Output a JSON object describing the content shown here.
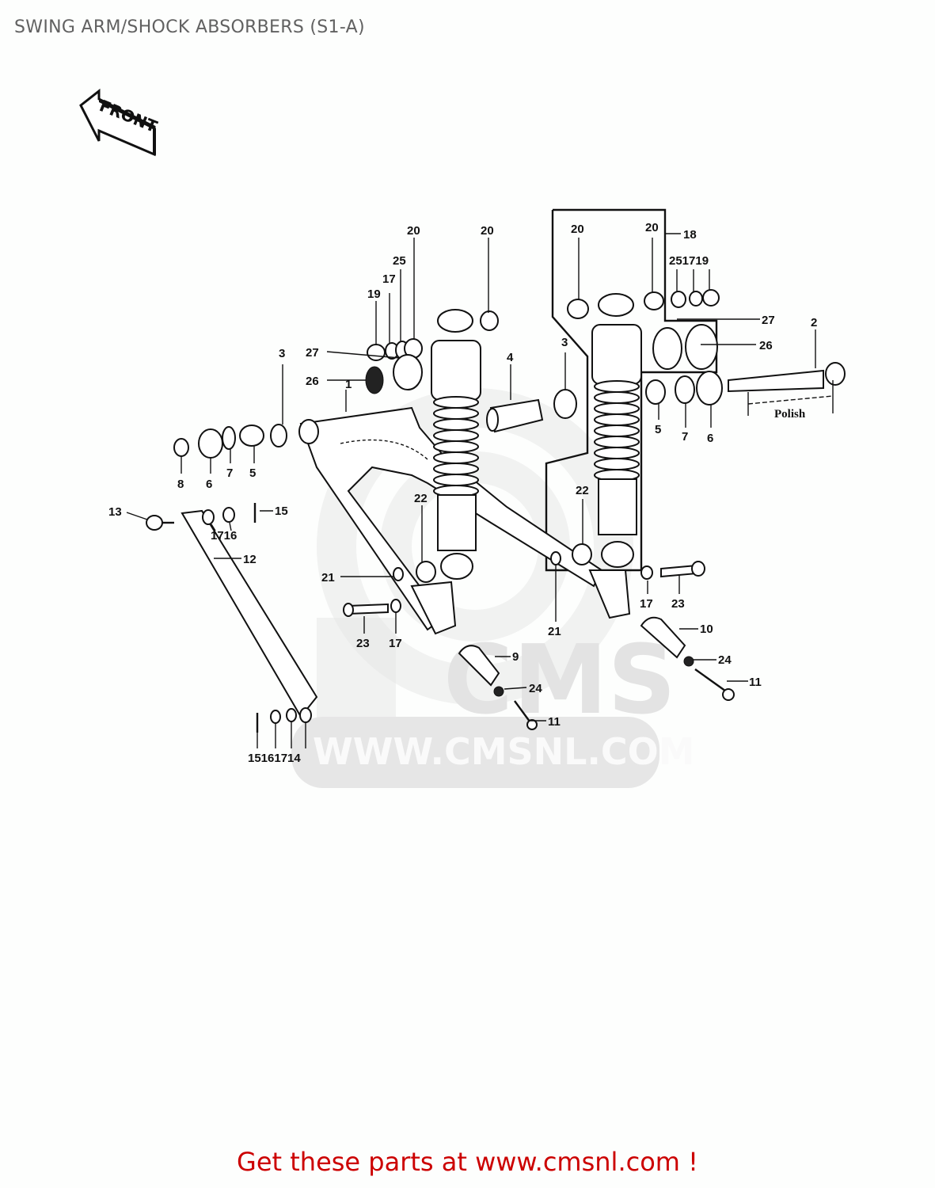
{
  "page": {
    "title": "SWING ARM/SHOCK ABSORBERS (S1-A)",
    "footer_link": "Get these parts at www.cmsnl.com !",
    "footer_color": "#cc0000",
    "title_color": "#616161"
  },
  "diagram": {
    "front_arrow_label": "FRONT",
    "polish_label": "Polish",
    "watermark_text": "WWW.CMSNL.COM",
    "watermark_logo": "CMS",
    "callouts": [
      {
        "id": "c1",
        "label": "1"
      },
      {
        "id": "c2",
        "label": "2"
      },
      {
        "id": "c3a",
        "label": "3"
      },
      {
        "id": "c3b",
        "label": "3"
      },
      {
        "id": "c4",
        "label": "4"
      },
      {
        "id": "c5a",
        "label": "5"
      },
      {
        "id": "c5b",
        "label": "5"
      },
      {
        "id": "c6a",
        "label": "6"
      },
      {
        "id": "c6b",
        "label": "6"
      },
      {
        "id": "c7a",
        "label": "7"
      },
      {
        "id": "c7b",
        "label": "7"
      },
      {
        "id": "c8",
        "label": "8"
      },
      {
        "id": "c9",
        "label": "9"
      },
      {
        "id": "c10",
        "label": "10"
      },
      {
        "id": "c11a",
        "label": "11"
      },
      {
        "id": "c11b",
        "label": "11"
      },
      {
        "id": "c12",
        "label": "12"
      },
      {
        "id": "c13",
        "label": "13"
      },
      {
        "id": "c15a",
        "label": "15"
      },
      {
        "id": "c1716",
        "label": "1716"
      },
      {
        "id": "c15161714",
        "label": "15161714"
      },
      {
        "id": "c17a",
        "label": "17"
      },
      {
        "id": "c17b",
        "label": "17"
      },
      {
        "id": "c17c",
        "label": "17"
      },
      {
        "id": "c18",
        "label": "18"
      },
      {
        "id": "c19a",
        "label": "19"
      },
      {
        "id": "c251719",
        "label": "251719"
      },
      {
        "id": "c20a",
        "label": "20"
      },
      {
        "id": "c20b",
        "label": "20"
      },
      {
        "id": "c20c",
        "label": "20"
      },
      {
        "id": "c20d",
        "label": "20"
      },
      {
        "id": "c21a",
        "label": "21"
      },
      {
        "id": "c21b",
        "label": "21"
      },
      {
        "id": "c22a",
        "label": "22"
      },
      {
        "id": "c22b",
        "label": "22"
      },
      {
        "id": "c23a",
        "label": "23"
      },
      {
        "id": "c23b",
        "label": "23"
      },
      {
        "id": "c24a",
        "label": "24"
      },
      {
        "id": "c24b",
        "label": "24"
      },
      {
        "id": "c25a",
        "label": "25"
      },
      {
        "id": "c26a",
        "label": "26"
      },
      {
        "id": "c26b",
        "label": "26"
      },
      {
        "id": "c27a",
        "label": "27"
      },
      {
        "id": "c27b",
        "label": "27"
      }
    ]
  }
}
